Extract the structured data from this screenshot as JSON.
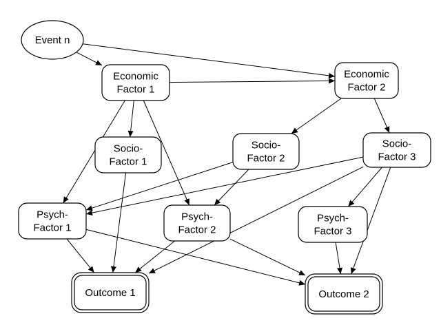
{
  "nodes": [
    {
      "id": "event-n",
      "lines": [
        "Event n"
      ],
      "shape": "ellipse"
    },
    {
      "id": "economic-factor-1",
      "lines": [
        "Economic",
        "Factor 1"
      ],
      "shape": "rounded"
    },
    {
      "id": "economic-factor-2",
      "lines": [
        "Economic",
        "Factor 2"
      ],
      "shape": "rounded"
    },
    {
      "id": "socio-factor-1",
      "lines": [
        "Socio-",
        "Factor 1"
      ],
      "shape": "rounded"
    },
    {
      "id": "socio-factor-2",
      "lines": [
        "Socio-",
        "Factor 2"
      ],
      "shape": "rounded"
    },
    {
      "id": "socio-factor-3",
      "lines": [
        "Socio-",
        "Factor 3"
      ],
      "shape": "rounded"
    },
    {
      "id": "psych-factor-1",
      "lines": [
        "Psych-",
        "Factor 1"
      ],
      "shape": "rounded"
    },
    {
      "id": "psych-factor-2",
      "lines": [
        "Psych-",
        "Factor 2"
      ],
      "shape": "rounded"
    },
    {
      "id": "psych-factor-3",
      "lines": [
        "Psych-",
        "Factor 3"
      ],
      "shape": "rounded"
    },
    {
      "id": "outcome-1",
      "lines": [
        "Outcome 1"
      ],
      "shape": "double-rounded"
    },
    {
      "id": "outcome-2",
      "lines": [
        "Outcome 2"
      ],
      "shape": "double-rounded"
    }
  ],
  "edges": [
    {
      "from": "event-n",
      "to": "economic-factor-1"
    },
    {
      "from": "event-n",
      "to": "economic-factor-2"
    },
    {
      "from": "economic-factor-1",
      "to": "economic-factor-2"
    },
    {
      "from": "economic-factor-1",
      "to": "socio-factor-1"
    },
    {
      "from": "economic-factor-1",
      "to": "psych-factor-1"
    },
    {
      "from": "economic-factor-1",
      "to": "psych-factor-2"
    },
    {
      "from": "economic-factor-2",
      "to": "socio-factor-2"
    },
    {
      "from": "economic-factor-2",
      "to": "socio-factor-3"
    },
    {
      "from": "socio-factor-1",
      "to": "outcome-1"
    },
    {
      "from": "socio-factor-2",
      "to": "psych-factor-1"
    },
    {
      "from": "socio-factor-2",
      "to": "psych-factor-2"
    },
    {
      "from": "socio-factor-3",
      "to": "psych-factor-1"
    },
    {
      "from": "socio-factor-3",
      "to": "psych-factor-3"
    },
    {
      "from": "socio-factor-3",
      "to": "outcome-1"
    },
    {
      "from": "socio-factor-3",
      "to": "outcome-2"
    },
    {
      "from": "psych-factor-1",
      "to": "outcome-1"
    },
    {
      "from": "psych-factor-1",
      "to": "outcome-2"
    },
    {
      "from": "psych-factor-2",
      "to": "outcome-1"
    },
    {
      "from": "psych-factor-2",
      "to": "outcome-2"
    },
    {
      "from": "psych-factor-3",
      "to": "outcome-2"
    }
  ]
}
